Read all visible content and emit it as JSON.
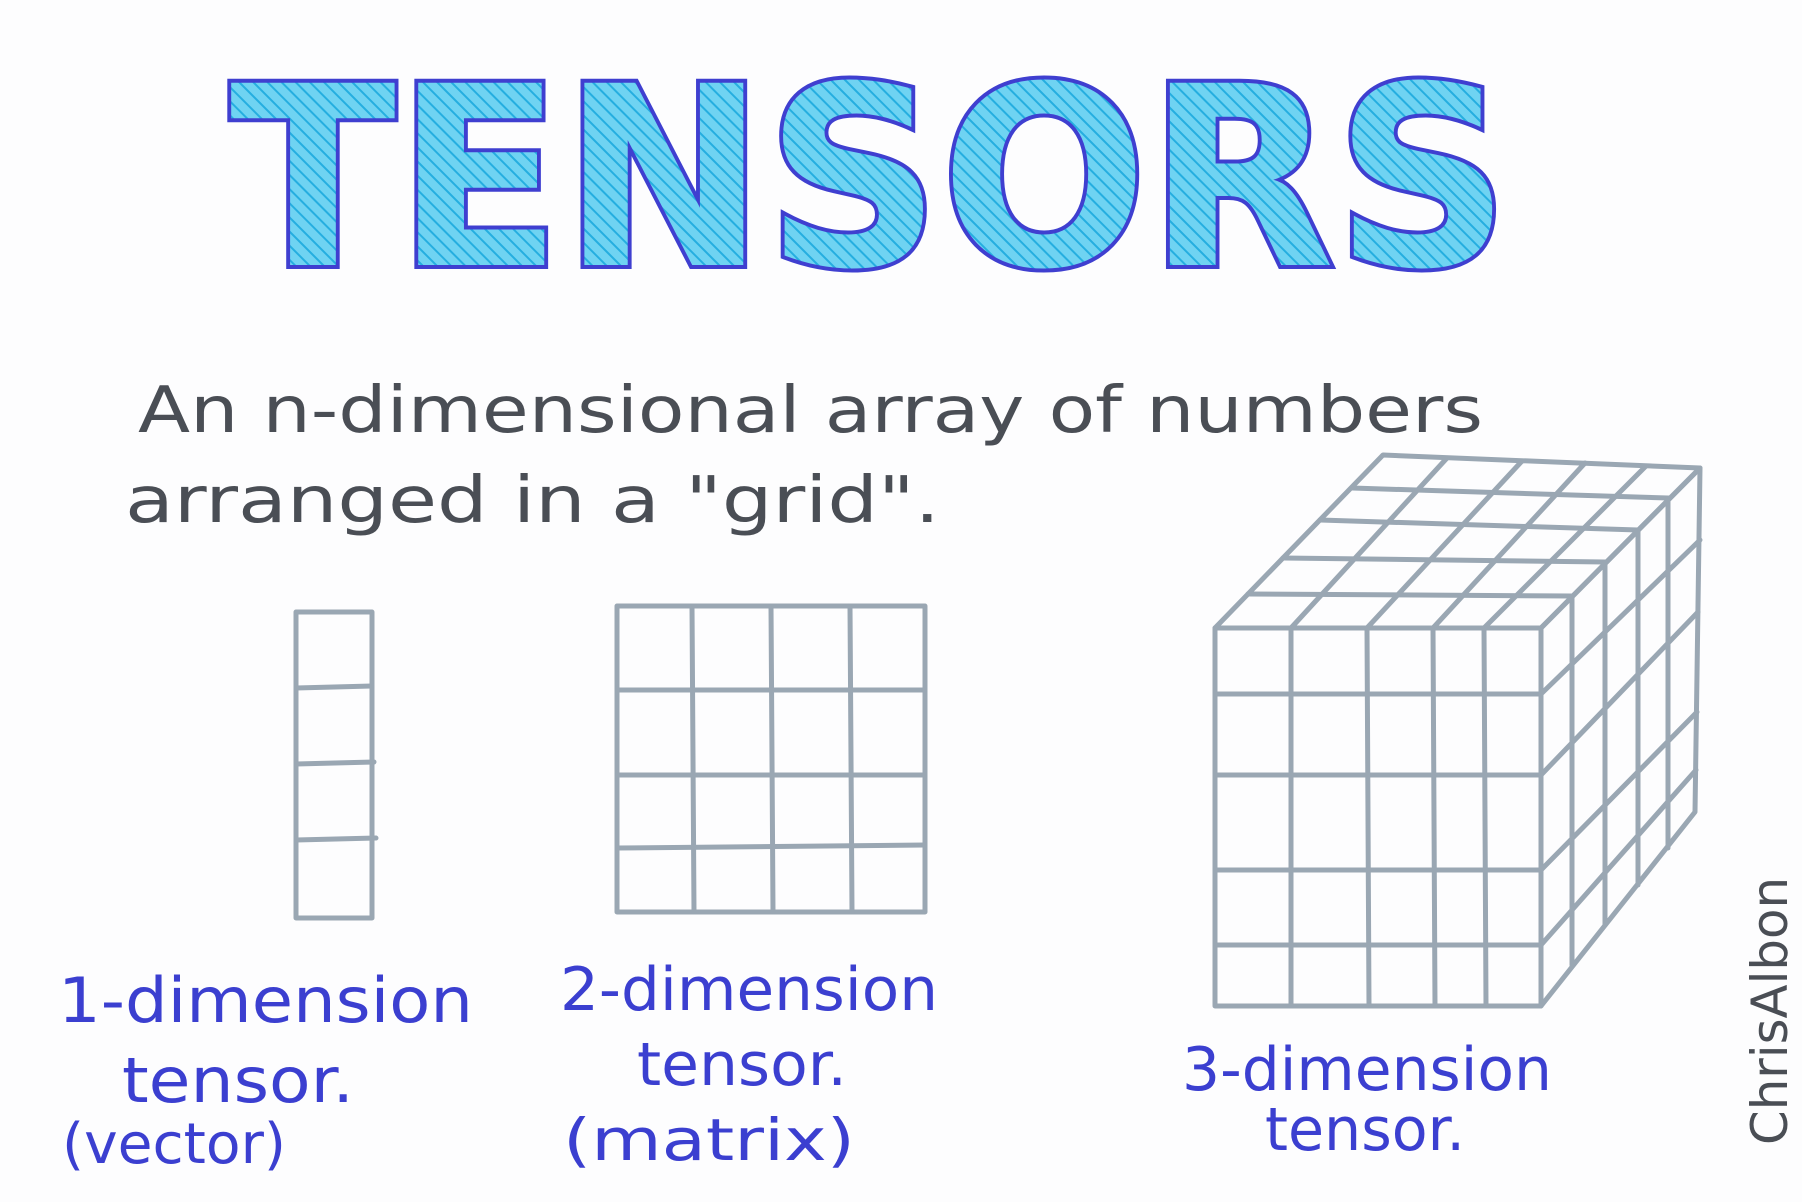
{
  "title": "TENSORS",
  "description": {
    "line1": "An n-dimensional array of numbers",
    "line2": "arranged in a \"grid\"."
  },
  "items": [
    {
      "dims": 1,
      "label_line1": "1-dimension",
      "label_line2": "tensor.",
      "label_line3": "(vector)"
    },
    {
      "dims": 2,
      "label_line1": "2-dimension",
      "label_line2": "tensor.",
      "label_line3": "(matrix)"
    },
    {
      "dims": 3,
      "label_line1": "3-dimension",
      "label_line2": "tensor.",
      "label_line3": ""
    }
  ],
  "signature": "ChrisAlbon",
  "colors": {
    "title_fill": "#3cc1ea",
    "title_outline": "#3f3fd0",
    "label": "#3b3fd0",
    "grid": "#9aa7b3",
    "description": "#4a4e55"
  }
}
